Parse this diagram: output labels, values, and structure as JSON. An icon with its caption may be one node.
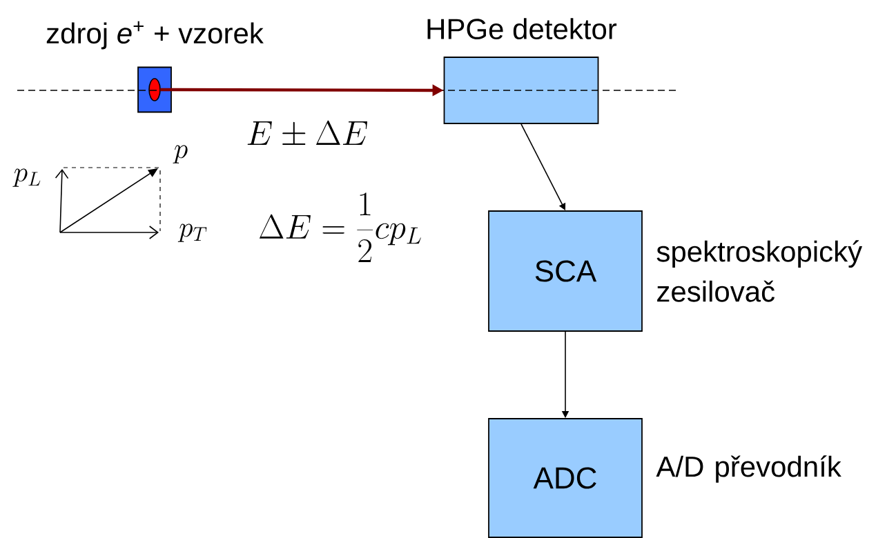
{
  "diagram": {
    "nodes": [
      {
        "text": [
          "zdroj *e*$^{+}$ + vzorek"
        ]
      },
      {
        "text": [
          "HPGe detektor"
        ]
      },
      {
        "text": [
          "SCA"
        ],
        "beside": [
          "spektroskopický zesilovač"
        ]
      },
      {
        "text": [
          "ADC"
        ],
        "beside": [
          "A/D převodník"
        ]
      }
    ],
    "edges": [
      {
        "from": 0,
        "to": 1,
        "arrow": "to",
        "style": "thick",
        "color": "#800000"
      },
      {
        "from": 1,
        "to": 2,
        "arrow": "to"
      },
      {
        "from": 2,
        "to": 3,
        "arrow": "to"
      }
    ],
    "labels": [
      "E \\pm \\Delta E",
      "p",
      "p_L",
      "p_T",
      "\\Delta E = \\frac{1}{2} c p_L"
    ]
  }
}
